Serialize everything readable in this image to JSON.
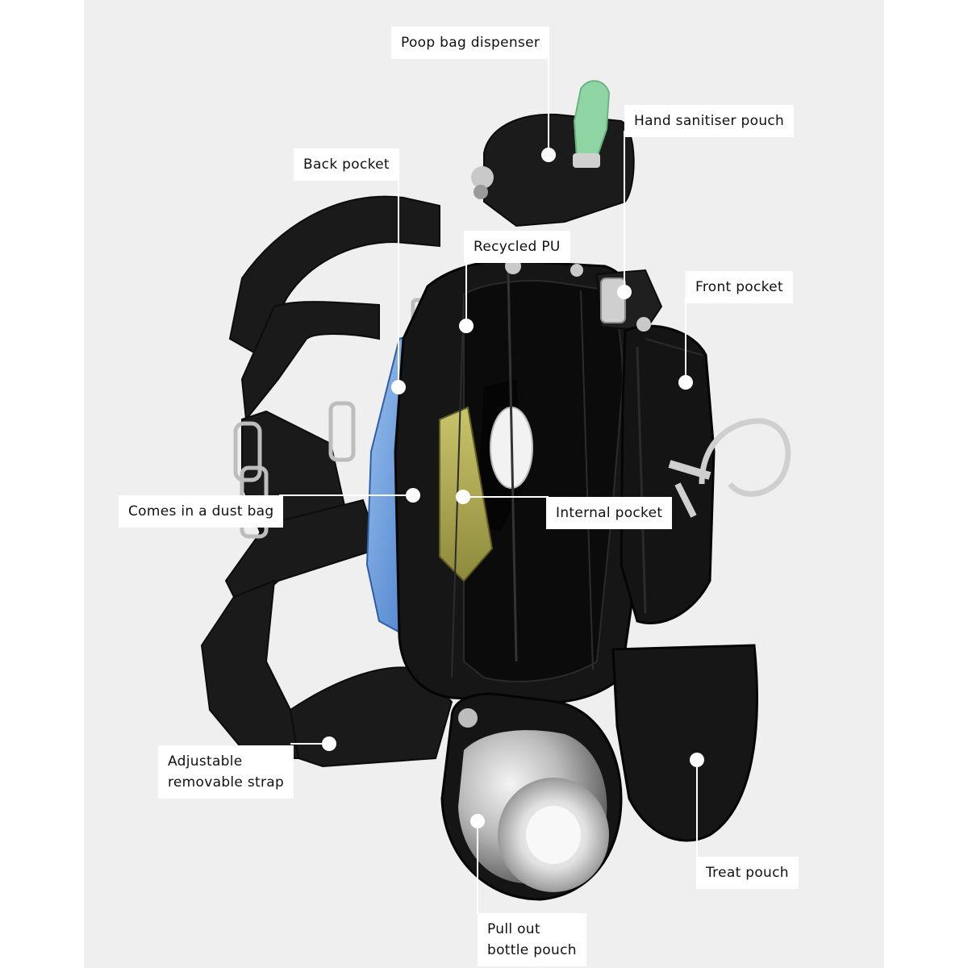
{
  "labels": {
    "poop_bag_dispenser": "Poop bag dispenser",
    "hand_sanitiser_pouch": "Hand sanitiser pouch",
    "back_pocket": "Back pocket",
    "recycled_pu": "Recycled PU",
    "front_pocket": "Front pocket",
    "comes_in_dust_bag": "Comes in a dust bag",
    "internal_pocket": "Internal pocket",
    "adjustable_strap_line1": "Adjustable",
    "adjustable_strap_line2": "removable strap",
    "treat_pouch": "Treat pouch",
    "bottle_pouch_line1": "Pull out",
    "bottle_pouch_line2": "bottle pouch"
  },
  "colors": {
    "background": "#efefef",
    "bag": "#161616",
    "callout": "#ffffff",
    "accent_green": "#8fd4a3",
    "accent_blue": "#5d8fd6"
  }
}
